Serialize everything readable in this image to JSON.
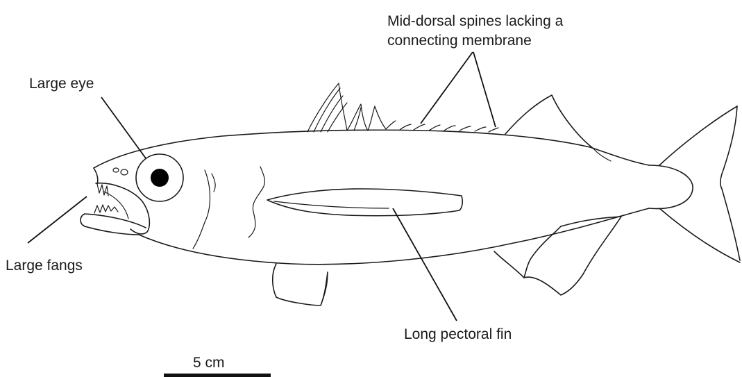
{
  "labels": {
    "large_eye": "Large eye",
    "dorsal_spines_line1": "Mid-dorsal spines lacking a",
    "dorsal_spines_line2": "connecting membrane",
    "large_fangs": "Large fangs",
    "pectoral_fin": "Long pectoral fin"
  },
  "scale_bar": {
    "label": "5 cm"
  },
  "colors": {
    "line": "#1a1a1a",
    "background": "#ffffff"
  }
}
